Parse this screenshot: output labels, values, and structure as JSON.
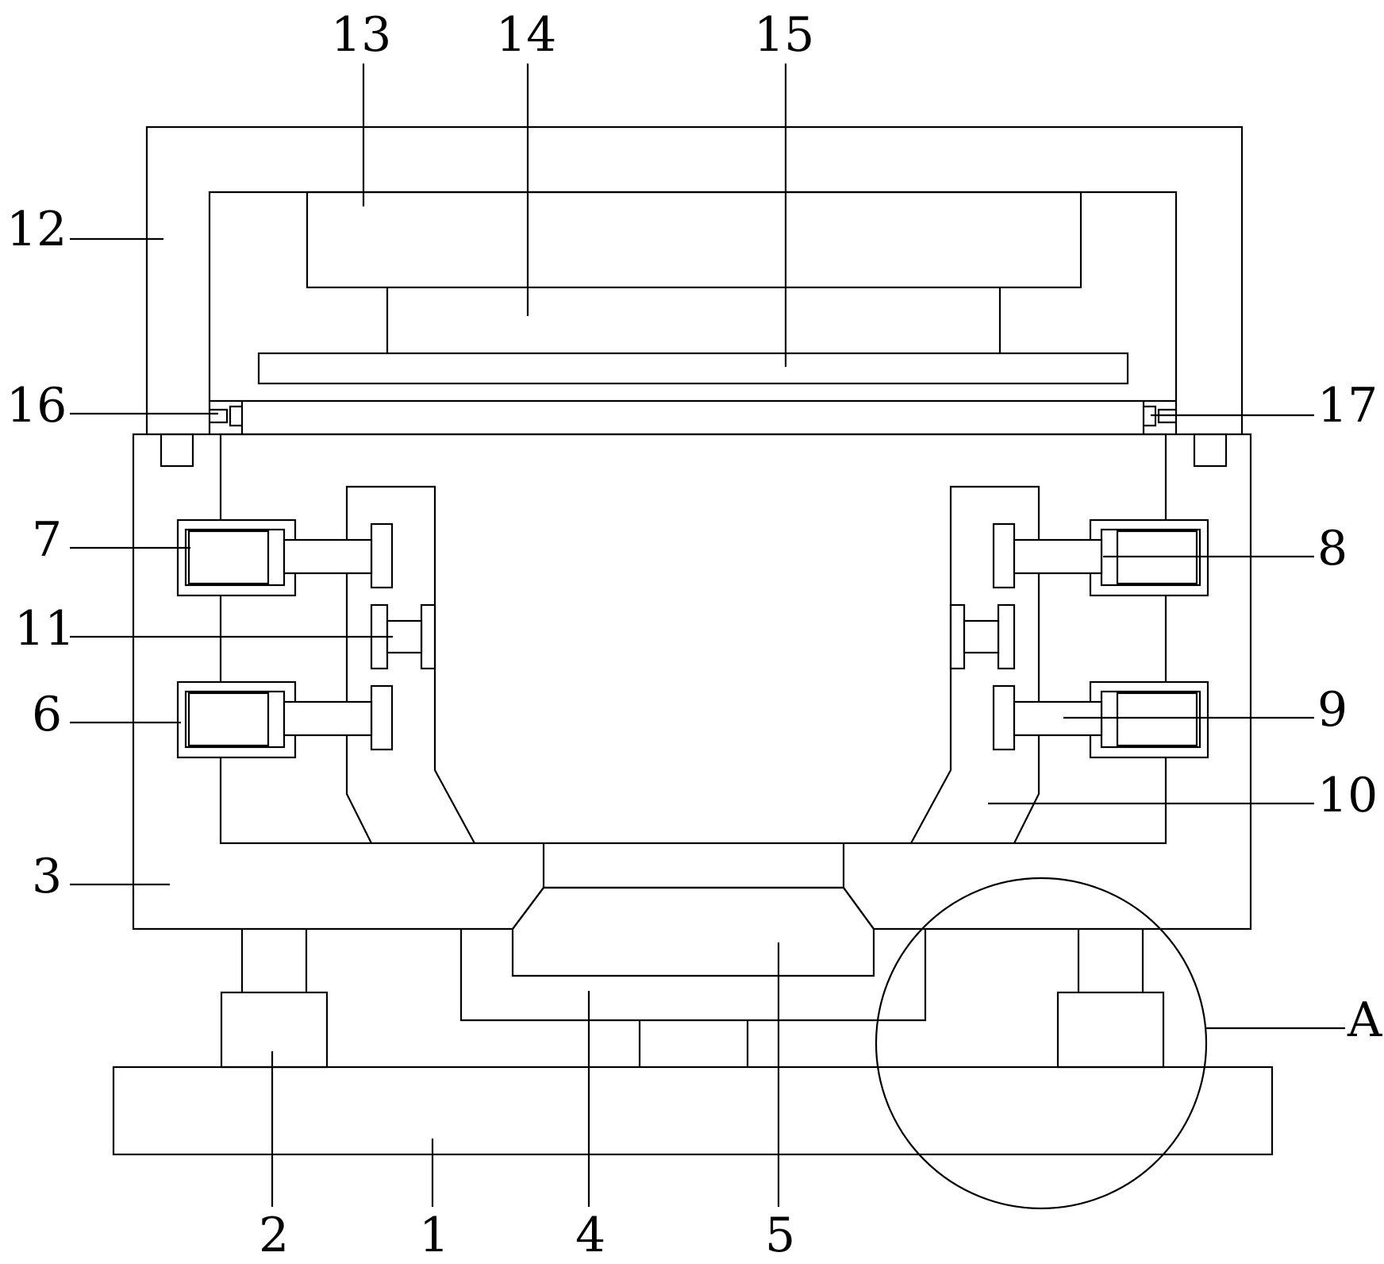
{
  "labels": {
    "l1": "1",
    "l2": "2",
    "l3": "3",
    "l4": "4",
    "l5": "5",
    "l6": "6",
    "l7": "7",
    "l8": "8",
    "l9": "9",
    "l10": "10",
    "l11": "11",
    "l12": "12",
    "l13": "13",
    "l14": "14",
    "l15": "15",
    "l16": "16",
    "l17": "17",
    "lA": "A"
  }
}
